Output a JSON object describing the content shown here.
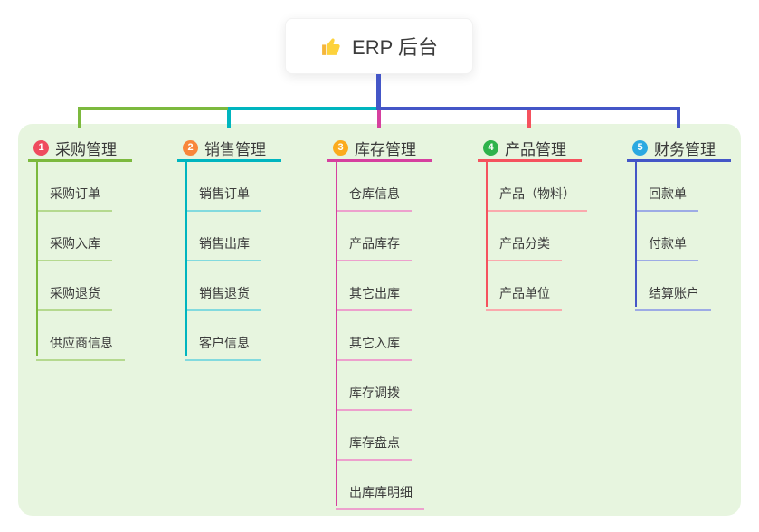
{
  "page": {
    "background": "#ffffff",
    "panel_background": "#e7f5df"
  },
  "root": {
    "title": "ERP 后台",
    "icon": "thumbs-up-icon",
    "icon_color": "#fdd23c",
    "icon_accent_color": "#f5b63a",
    "stem_color": "#4456c7"
  },
  "branches": [
    {
      "key": "purchase-management",
      "badge": "1",
      "badge_color": "#ef4b5e",
      "line_color": "#7cb93e",
      "item_line_color": "#b5d98f",
      "label": "采购管理",
      "items": [
        "采购订单",
        "采购入库",
        "采购退货",
        "供应商信息"
      ]
    },
    {
      "key": "sales-management",
      "badge": "2",
      "badge_color": "#f8863b",
      "line_color": "#00b5bf",
      "item_line_color": "#82dade",
      "label": "销售管理",
      "items": [
        "销售订单",
        "销售出库",
        "销售退货",
        "客户信息"
      ]
    },
    {
      "key": "inventory-management",
      "badge": "3",
      "badge_color": "#fbab1d",
      "line_color": "#d6409f",
      "item_line_color": "#eda0cd",
      "label": "库存管理",
      "items": [
        "仓库信息",
        "产品库存",
        "其它出库",
        "其它入库",
        "库存调拨",
        "库存盘点",
        "出库库明细"
      ]
    },
    {
      "key": "product-management",
      "badge": "4",
      "badge_color": "#2fb34c",
      "line_color": "#f5525e",
      "item_line_color": "#faa9ad",
      "label": "产品管理",
      "items": [
        "产品（物料）",
        "产品分类",
        "产品单位"
      ]
    },
    {
      "key": "finance-management",
      "badge": "5",
      "badge_color": "#2ba9e1",
      "line_color": "#4456c7",
      "item_line_color": "#9dabe5",
      "label": "财务管理",
      "items": [
        "回款单",
        "付款单",
        "结算账户"
      ]
    }
  ]
}
